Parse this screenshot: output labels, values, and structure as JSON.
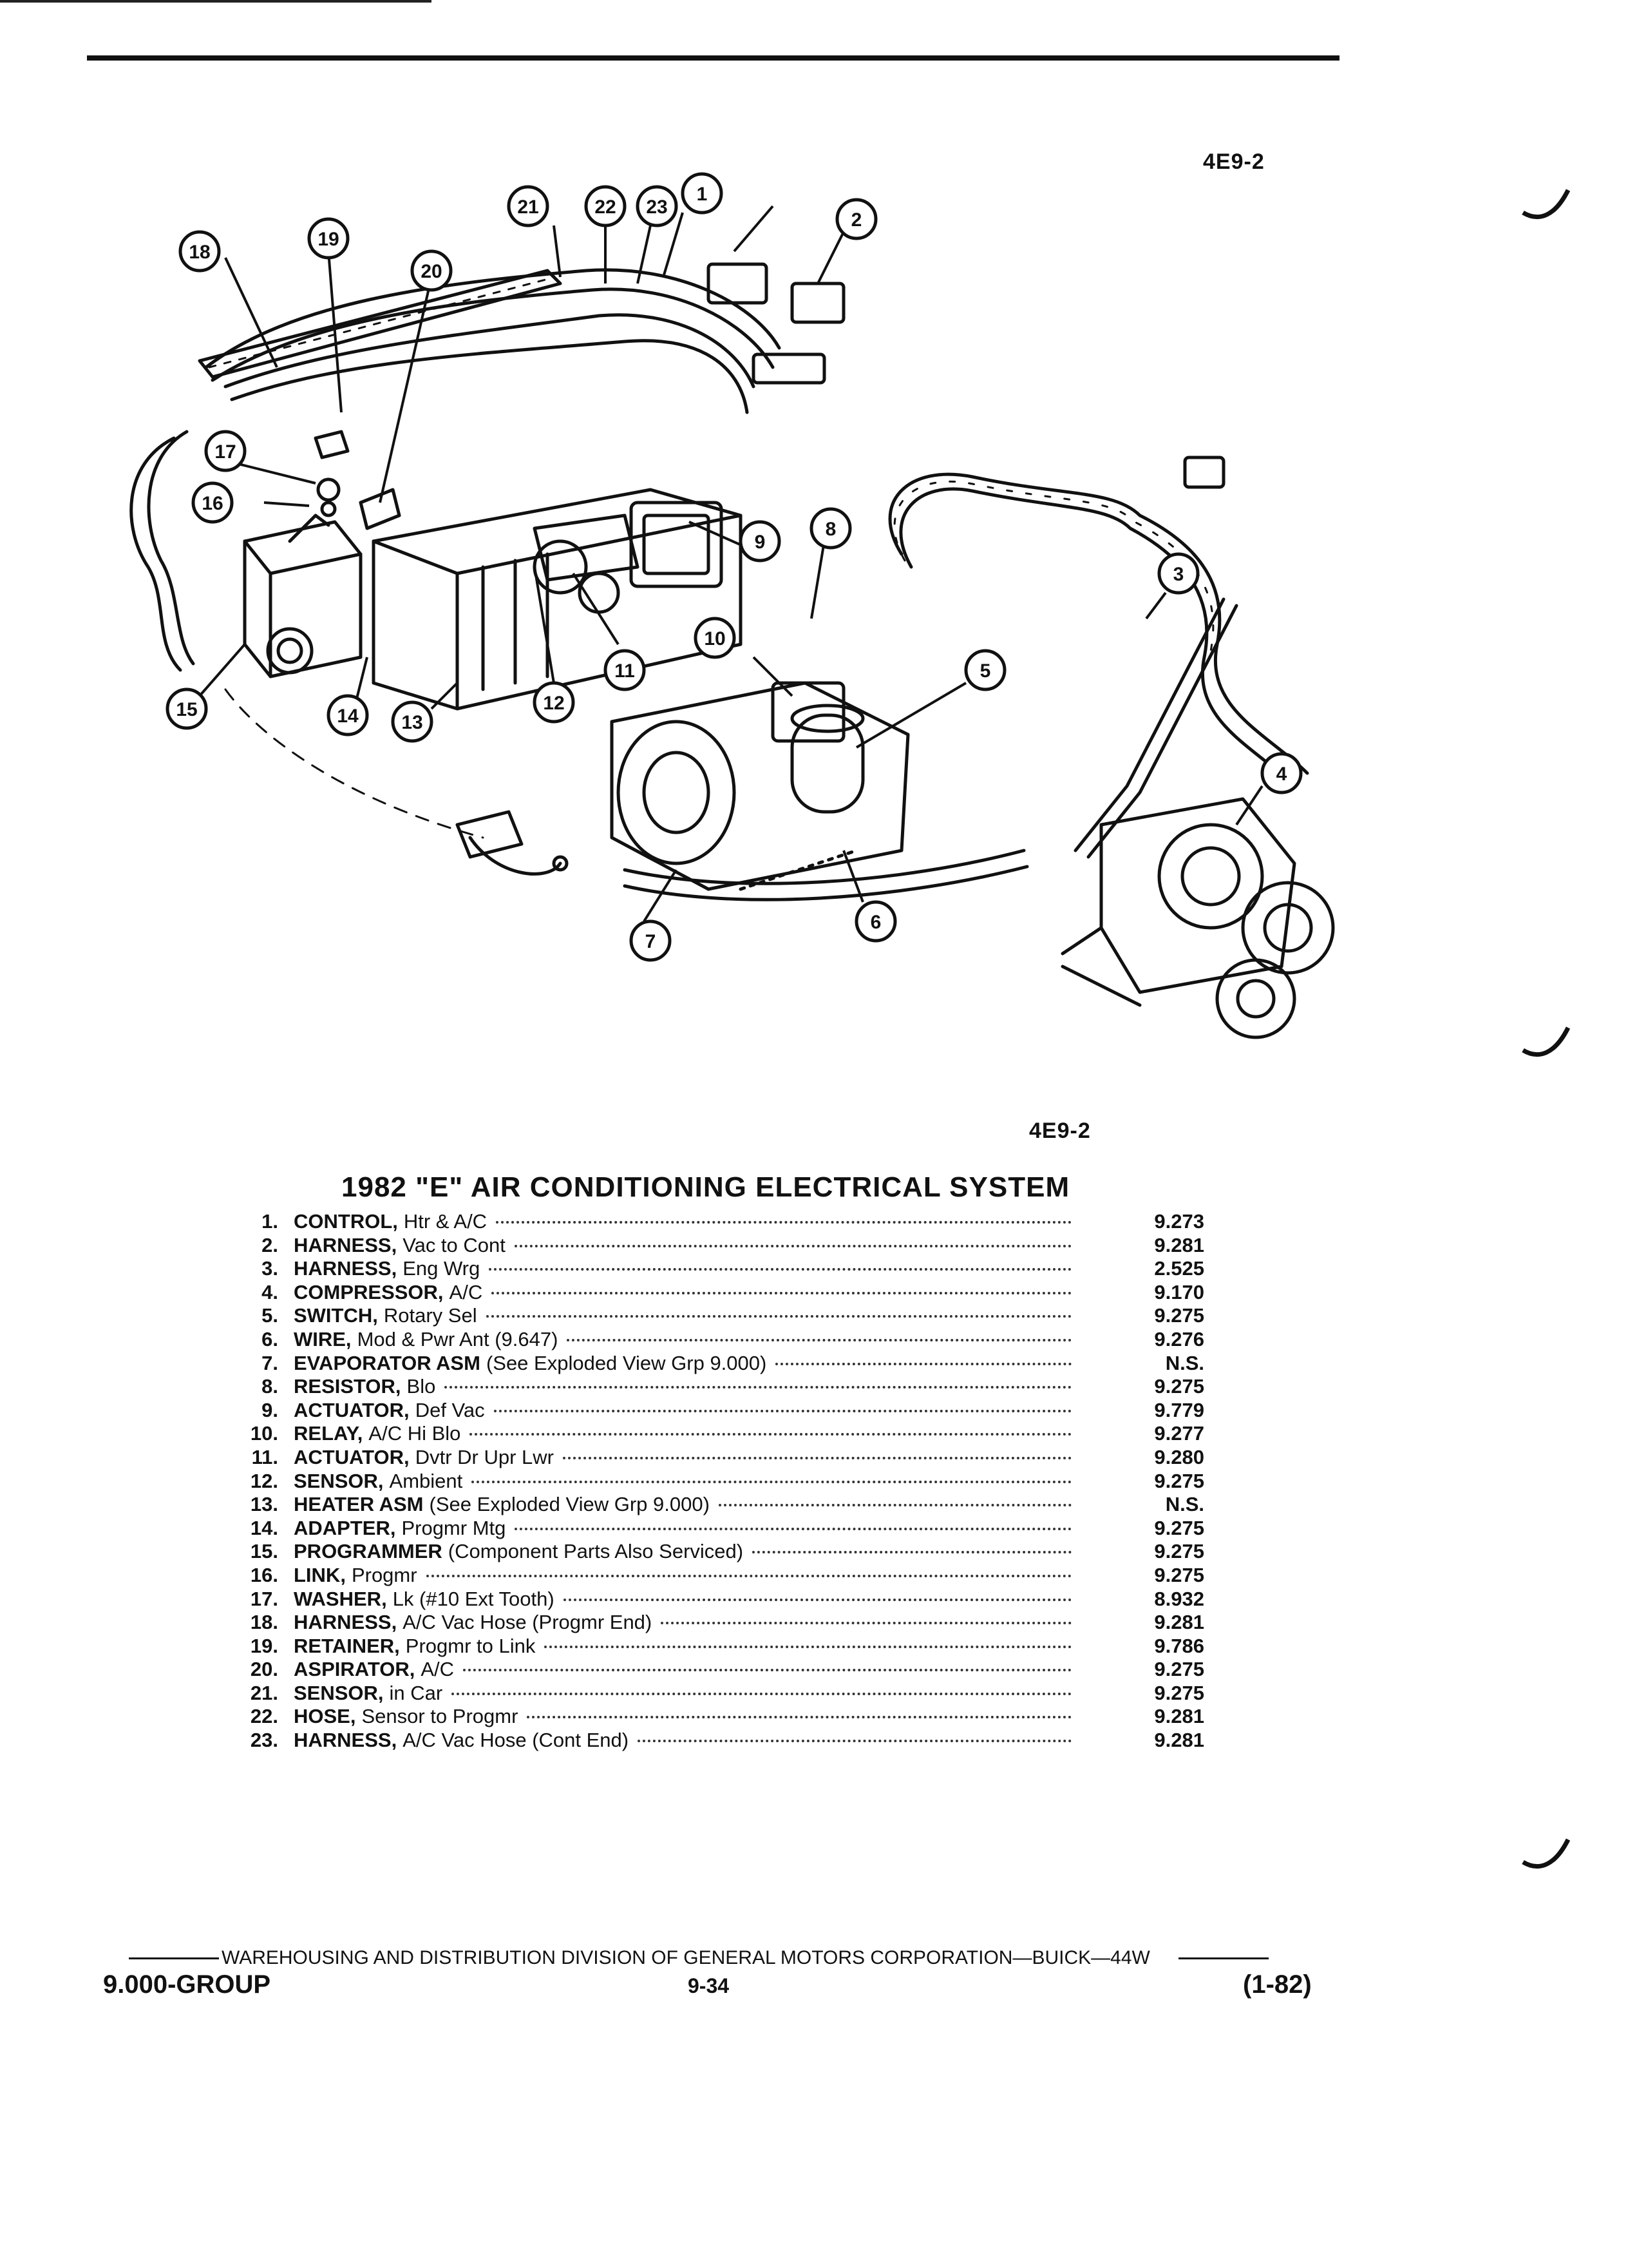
{
  "figure_code": "4E9-2",
  "caption_code": "4E9-2",
  "callouts": [
    "1",
    "2",
    "3",
    "4",
    "5",
    "6",
    "7",
    "8",
    "9",
    "10",
    "11",
    "12",
    "13",
    "14",
    "15",
    "16",
    "17",
    "18",
    "19",
    "20",
    "21",
    "22",
    "23"
  ],
  "title": "1982 \"E\" AIR CONDITIONING ELECTRICAL SYSTEM",
  "parts": [
    {
      "num": "1.",
      "name": "CONTROL,",
      "desc": "Htr & A/C",
      "value": "9.273"
    },
    {
      "num": "2.",
      "name": "HARNESS,",
      "desc": "Vac to Cont",
      "value": "9.281"
    },
    {
      "num": "3.",
      "name": "HARNESS,",
      "desc": "Eng Wrg",
      "value": "2.525"
    },
    {
      "num": "4.",
      "name": "COMPRESSOR,",
      "desc": "A/C",
      "value": "9.170"
    },
    {
      "num": "5.",
      "name": "SWITCH,",
      "desc": "Rotary Sel",
      "value": "9.275"
    },
    {
      "num": "6.",
      "name": "WIRE,",
      "desc": "Mod & Pwr Ant (9.647)",
      "value": "9.276"
    },
    {
      "num": "7.",
      "name": "EVAPORATOR ASM",
      "desc": "(See Exploded View Grp 9.000)",
      "value": "N.S."
    },
    {
      "num": "8.",
      "name": "RESISTOR,",
      "desc": "Blo",
      "value": "9.275"
    },
    {
      "num": "9.",
      "name": "ACTUATOR,",
      "desc": "Def Vac",
      "value": "9.779"
    },
    {
      "num": "10.",
      "name": "RELAY,",
      "desc": "A/C Hi Blo",
      "value": "9.277"
    },
    {
      "num": "11.",
      "name": "ACTUATOR,",
      "desc": "Dvtr Dr Upr Lwr",
      "value": "9.280"
    },
    {
      "num": "12.",
      "name": "SENSOR,",
      "desc": "Ambient",
      "value": "9.275"
    },
    {
      "num": "13.",
      "name": "HEATER ASM",
      "desc": "(See Exploded View Grp 9.000)",
      "value": "N.S."
    },
    {
      "num": "14.",
      "name": "ADAPTER,",
      "desc": "Progmr Mtg",
      "value": "9.275"
    },
    {
      "num": "15.",
      "name": "PROGRAMMER",
      "desc": "(Component Parts Also Serviced)",
      "value": "9.275"
    },
    {
      "num": "16.",
      "name": "LINK,",
      "desc": "Progmr",
      "value": "9.275"
    },
    {
      "num": "17.",
      "name": "WASHER,",
      "desc": "Lk (#10 Ext Tooth)",
      "value": "8.932"
    },
    {
      "num": "18.",
      "name": "HARNESS,",
      "desc": "A/C Vac Hose (Progmr End)",
      "value": "9.281"
    },
    {
      "num": "19.",
      "name": "RETAINER,",
      "desc": "Progmr to Link",
      "value": "9.786"
    },
    {
      "num": "20.",
      "name": "ASPIRATOR,",
      "desc": "A/C",
      "value": "9.275"
    },
    {
      "num": "21.",
      "name": "SENSOR,",
      "desc": "in Car",
      "value": "9.275"
    },
    {
      "num": "22.",
      "name": "HOSE,",
      "desc": "Sensor to Progmr",
      "value": "9.281"
    },
    {
      "num": "23.",
      "name": "HARNESS,",
      "desc": "A/C Vac Hose (Cont End)",
      "value": "9.281"
    }
  ],
  "footer": {
    "division": "WAREHOUSING AND DISTRIBUTION DIVISION OF GENERAL MOTORS CORPORATION—BUICK—44W",
    "group": "9.000-GROUP",
    "page": "9-34",
    "date": "(1-82)"
  }
}
